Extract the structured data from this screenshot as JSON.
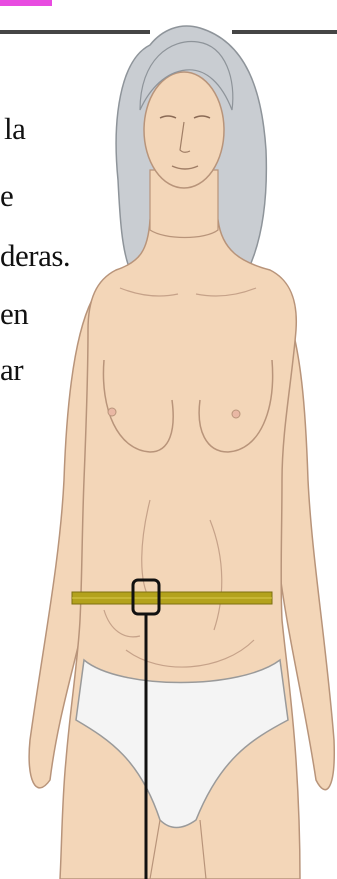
{
  "header": {
    "accent_color": "#e84ce0",
    "rule_color": "#454545"
  },
  "caption_fragments": [
    "la",
    "e",
    "deras.",
    "en",
    "ar"
  ],
  "illustration": {
    "subject": "woman-waist-measurement",
    "skin_color": "#f3d6b8",
    "hair_color": "#c9cdd2",
    "tape_color": "#b3a21c",
    "underwear_color": "#f4f4f4",
    "pointer_color": "#111111"
  }
}
